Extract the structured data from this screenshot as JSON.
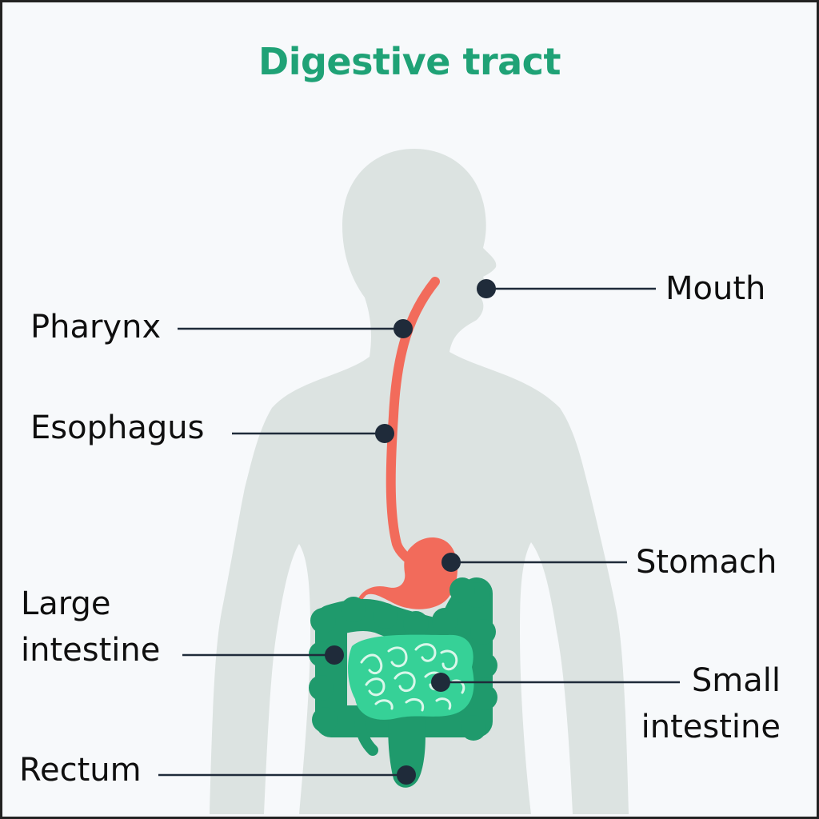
{
  "title": "Digestive tract",
  "colors": {
    "title": "#1fa276",
    "background": "#f7f9fb",
    "silhouette": "#dce3e1",
    "upper_tract": "#f26b5b",
    "large_intestine": "#1f9a6c",
    "small_intestine": "#36d197",
    "marker": "#1f2b3a",
    "text": "#0f0f0f"
  },
  "labels": {
    "mouth": "Mouth",
    "pharynx": "Pharynx",
    "esophagus": "Esophagus",
    "stomach": "Stomach",
    "large_intestine": [
      "Large",
      "intestine"
    ],
    "small_intestine": [
      "Small",
      "intestine"
    ],
    "rectum": "Rectum"
  }
}
